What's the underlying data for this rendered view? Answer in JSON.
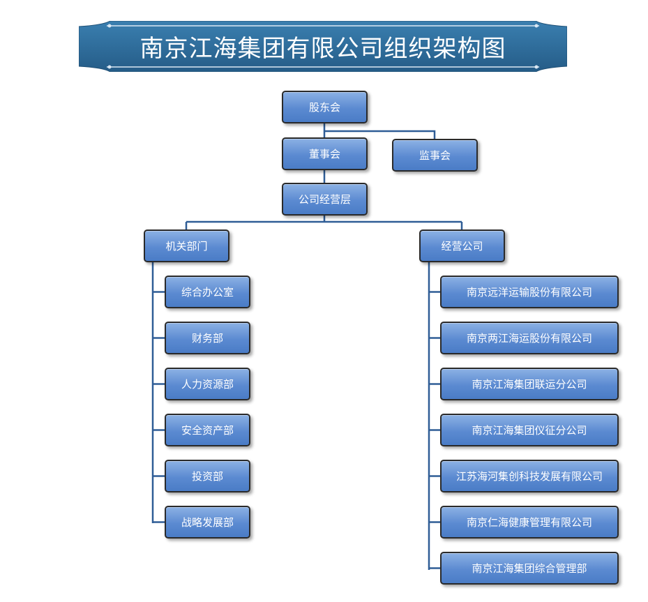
{
  "title": "南京江海集团有限公司组织架构图",
  "colors": {
    "banner": "#2f6f9c",
    "connector": "#2f5d96",
    "node_fill": "#5b8ad1"
  },
  "nodes": {
    "shareholders": "股东会",
    "board": "董事会",
    "supervisors": "监事会",
    "management": "公司经营层",
    "departments": "机关部门",
    "companies": "经营公司"
  },
  "department_items": [
    "综合办公室",
    "财务部",
    "人力资源部",
    "安全资产部",
    "投资部",
    "战略发展部"
  ],
  "company_items": [
    "南京远洋运输股份有限公司",
    "南京两江海运股份有限公司",
    "南京江海集团联运分公司",
    "南京江海集团仪征分公司",
    "江苏海河集创科技发展有限公司",
    "南京仁海健康管理有限公司",
    "南京江海集团综合管理部"
  ]
}
